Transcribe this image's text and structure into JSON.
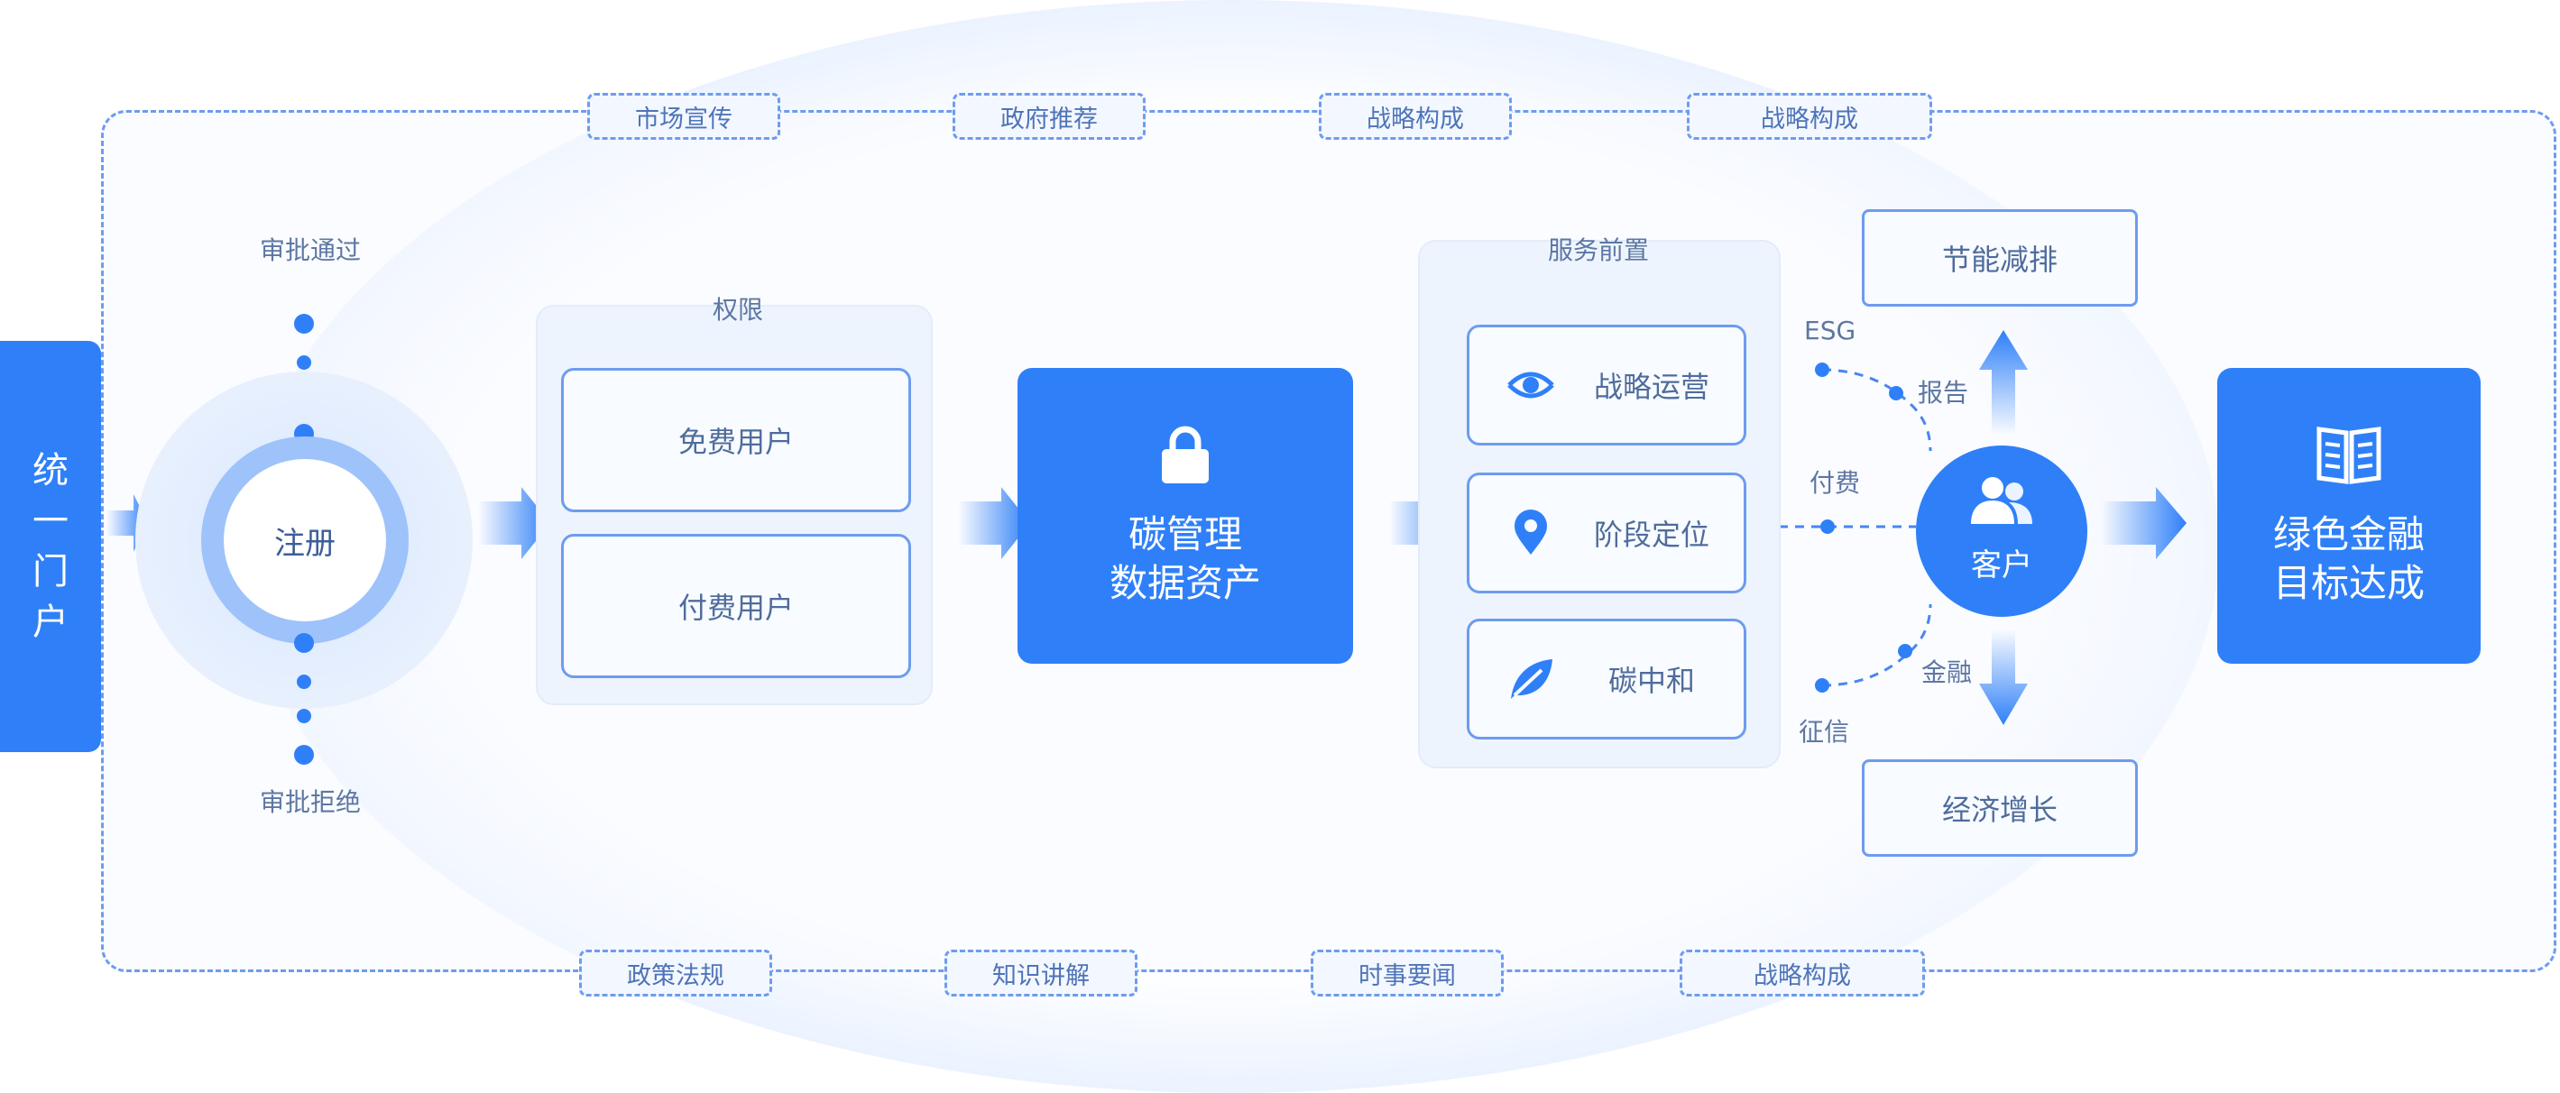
{
  "top_tags": [
    "市场宣传",
    "政府推荐",
    "战略构成",
    "战略构成"
  ],
  "bottom_tags": [
    "政策法规",
    "知识讲解",
    "时事要闻",
    "战略构成"
  ],
  "portal": {
    "chars": [
      "统",
      "一",
      "门",
      "户"
    ]
  },
  "register": {
    "label": "注册",
    "approved": "审批通过",
    "rejected": "审批拒绝"
  },
  "permissions": {
    "title": "权限",
    "free": "免费用户",
    "paid": "付费用户"
  },
  "asset": {
    "line1": "碳管理",
    "line2": "数据资产"
  },
  "services": {
    "title": "服务前置",
    "items": [
      {
        "label": "战略运营",
        "icon": "eye-icon"
      },
      {
        "label": "阶段定位",
        "icon": "location-pin-icon"
      },
      {
        "label": "碳中和",
        "icon": "leaf-icon"
      }
    ]
  },
  "client": {
    "label": "客户",
    "esg": "ESG",
    "report": "报告",
    "pay": "付费",
    "finance": "金融",
    "credit": "征信"
  },
  "outcomes": {
    "top": "节能减排",
    "bottom": "经济增长"
  },
  "goal": {
    "line1": "绿色金融",
    "line2": "目标达成"
  },
  "colors": {
    "primary": "#2f80f8",
    "dashed": "#6d9cf0",
    "text": "#4f6c9c"
  }
}
